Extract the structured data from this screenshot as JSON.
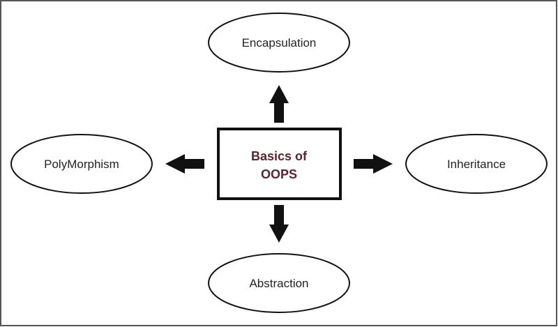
{
  "diagram": {
    "center": {
      "line1": "Basics of",
      "line2": "OOPS"
    },
    "nodes": {
      "top": "Encapsulation",
      "left": "PolyMorphism",
      "right": "Inheritance",
      "bottom": "Abstraction"
    },
    "colors": {
      "center_text": "#5c2430",
      "stroke": "#111111",
      "arrow": "#111111",
      "frame": "#555555"
    }
  }
}
